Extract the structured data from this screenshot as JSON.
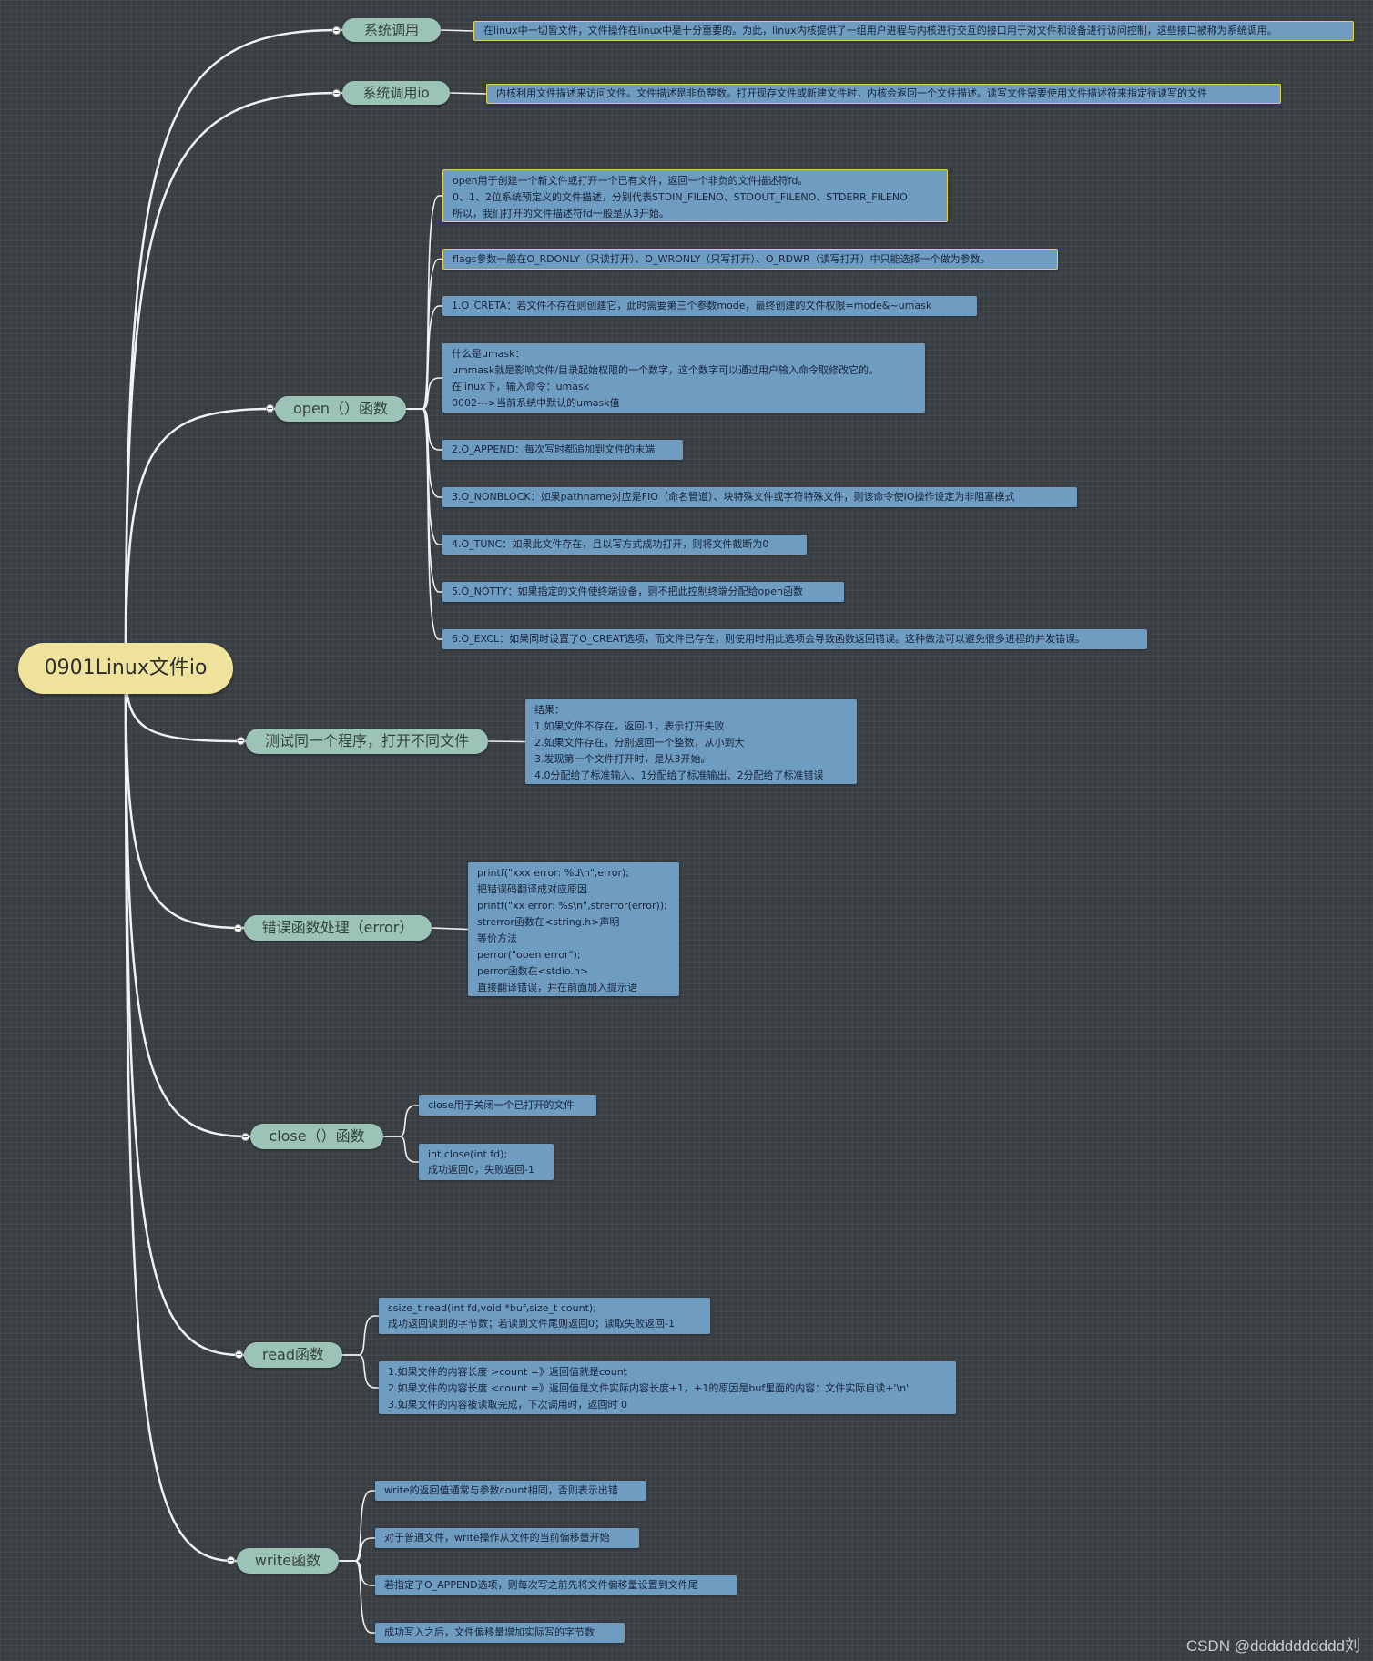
{
  "root": {
    "label": "0901Linux文件io"
  },
  "topics": {
    "syscall": {
      "label": "系统调用",
      "notes": [
        "在linux中一切皆文件，文件操作在linux中是十分重要的。为此，linux内核提供了一组用户进程与内核进行交互的接口用于对文件和设备进行访问控制，这些接口被称为系统调用。"
      ]
    },
    "syscall_io": {
      "label": "系统调用io",
      "notes": [
        "内核利用文件描述来访问文件。文件描述是非负整数。打开现存文件或新建文件时，内核会返回一个文件描述。读写文件需要使用文件描述符来指定待读写的文件"
      ]
    },
    "open": {
      "label": "open（）函数",
      "notes": [
        [
          "open用于创建一个新文件或打开一个已有文件，返回一个非负的文件描述符fd。",
          "0、1、2位系统预定义的文件描述，分别代表STDIN_FILENO、STDOUT_FILENO、STDERR_FILENO",
          "所以，我们打开的文件描述符fd一般是从3开始。"
        ],
        [
          "flags参数一般在O_RDONLY（只读打开）、O_WRONLY（只写打开）、O_RDWR（读写打开）中只能选择一个做为参数。"
        ],
        [
          "1.O_CRETA：若文件不存在则创建它，此时需要第三个参数mode，最终创建的文件权限=mode&~umask"
        ],
        [
          "什么是umask：",
          "ummask就是影响文件/目录起始权限的一个数字，这个数字可以通过用户输入命令取修改它的。",
          "在linux下，输入命令：umask",
          "0002--->当前系统中默认的umask值"
        ],
        [
          "2.O_APPEND：每次写时都追加到文件的末端"
        ],
        [
          "3.O_NONBLOCK：如果pathname对应是FIO（命名管道）、块特殊文件或字符特殊文件，则该命令使IO操作设定为非阻塞模式"
        ],
        [
          "4.O_TUNC：如果此文件存在，且以写方式成功打开，则将文件截断为0"
        ],
        [
          "5.O_NOTTY：如果指定的文件使终端设备，则不把此控制终端分配给open函数"
        ],
        [
          "6.O_EXCL：如果同时设置了O_CREAT选项，而文件已存在，则使用时用此选项会导致函数返回错误。这种做法可以避免很多进程的并发错误。"
        ]
      ]
    },
    "test": {
      "label": "测试同一个程序，打开不同文件",
      "notes": [
        [
          "结果：",
          "1.如果文件不存在，返回-1，表示打开失败",
          "2.如果文件存在，分别返回一个整数，从小到大",
          "3.发现第一个文件打开时，是从3开始。",
          "4.0分配给了标准输入、1分配给了标准输出、2分配给了标准错误"
        ]
      ]
    },
    "error": {
      "label": "错误函数处理（error）",
      "notes": [
        [
          "printf(\"xxx error: %d\\n\",error);",
          "把错误码翻译成对应原因",
          "printf(\"xx error: %s\\n\",strerror(error));",
          "strerror函数在<string.h>声明",
          "等价方法",
          "perror(\"open error\");",
          "perror函数在<stdio.h>",
          "直接翻译错误，并在前面加入提示语"
        ]
      ]
    },
    "close": {
      "label": "close（）函数",
      "notes": [
        [
          "close用于关闭一个已打开的文件"
        ],
        [
          "int close(int fd);",
          "成功返回0，失败返回-1"
        ]
      ]
    },
    "read": {
      "label": "read函数",
      "notes": [
        [
          "ssize_t read(int fd,void *buf,size_t count);",
          "成功返回读到的字节数；若读到文件尾则返回0；读取失败返回-1"
        ],
        [
          "1.如果文件的内容长度 >count =》返回值就是count",
          "2.如果文件的内容长度 <count =》返回值是文件实际内容长度+1，+1的原因是buf里面的内容：文件实际自读+'\\n'",
          "3.如果文件的内容被读取完成，下次调用时，返回时 0"
        ]
      ]
    },
    "write": {
      "label": "write函数",
      "notes": [
        [
          "write的返回值通常与参数count相同，否则表示出错"
        ],
        [
          "对于普通文件，write操作从文件的当前偏移量开始"
        ],
        [
          "若指定了O_APPEND选项，则每次写之前先将文件偏移量设置到文件尾"
        ],
        [
          "成功写入之后，文件偏移量增加实际写的字节数"
        ]
      ]
    }
  },
  "watermark": "CSDN @ddddddddddd刘",
  "colors": {
    "background": "#3a3f44",
    "root_fill": "#efe29a",
    "topic_fill": "#9cc4b6",
    "note_fill": "#6f9cc1",
    "note_highlight_border": "#e6d24a",
    "connector": "#f2f2f2"
  }
}
